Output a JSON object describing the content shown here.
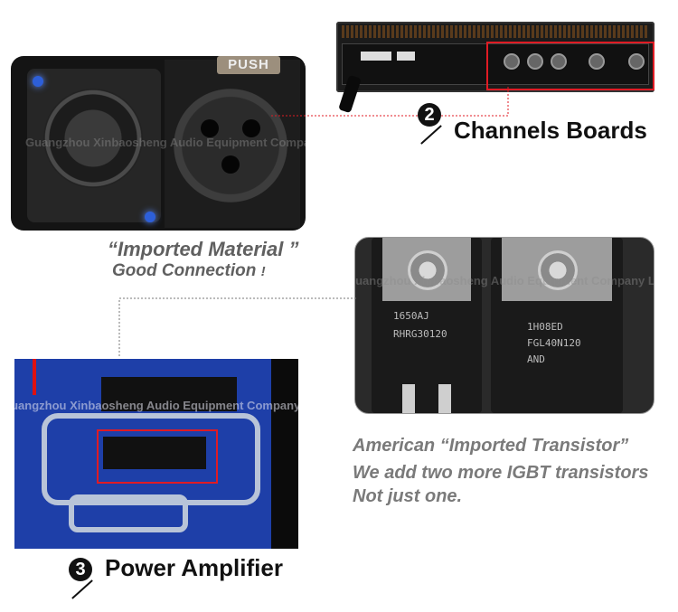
{
  "sections": {
    "channels": {
      "number": "2",
      "title": "Channels Boards"
    },
    "amplifier": {
      "number": "3",
      "title": "Power Amplifier"
    }
  },
  "captions": {
    "imported_material": "“Imported Material ”",
    "good_connection": "Good Connection",
    "good_connection_mark": "!",
    "american": "American “Imported Transistor”",
    "two_more": "We add two more IGBT transistors",
    "not_one": "Not just one."
  },
  "photo_labels": {
    "push": "PUSH",
    "transistor_left_line1": "1650AJ",
    "transistor_left_line2": "RHRG30120",
    "transistor_right_line1": "1H08ED",
    "transistor_right_line2": "FGL40N120",
    "transistor_right_line3": "AND"
  },
  "watermark": "Guangzhou Xinbaosheng Audio Equipment Company Limited",
  "colors": {
    "highlight": "#e01b24",
    "pcb": "#1e3fa8",
    "text": "#111111",
    "caption": "#606060"
  }
}
